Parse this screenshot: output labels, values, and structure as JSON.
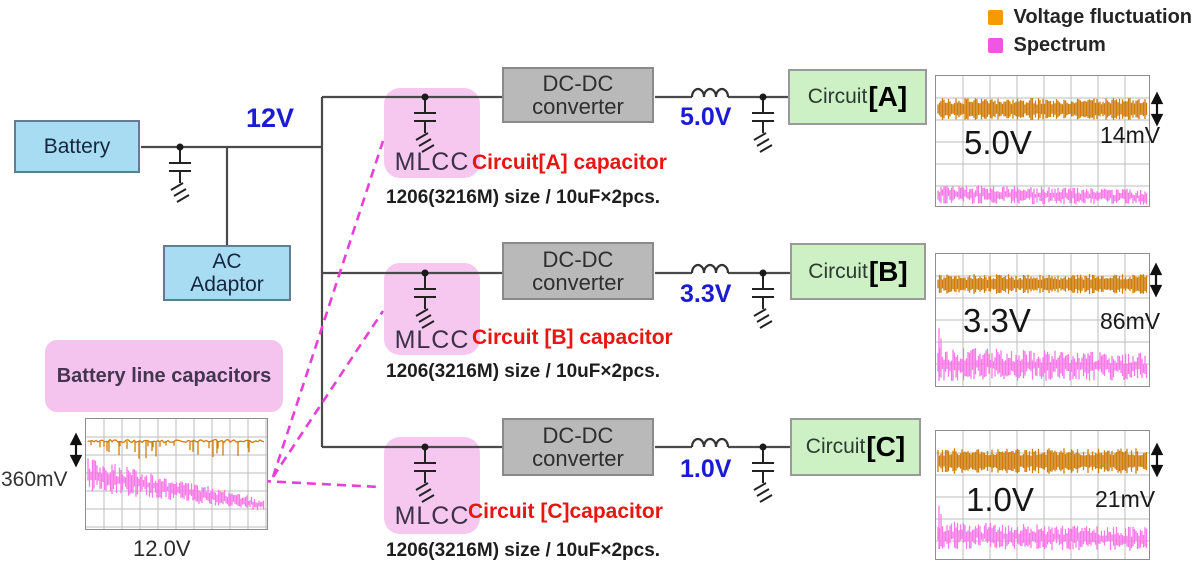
{
  "legend": {
    "items": [
      {
        "label": "Voltage fluctuation",
        "color": "#f59a00"
      },
      {
        "label": "Spectrum",
        "color": "#f156e2"
      }
    ]
  },
  "diagram": {
    "battery_label": "Battery",
    "ac_line1": "AC",
    "ac_line2": "Adaptor",
    "bus_voltage": "12V",
    "mlcc_label": "MLCC",
    "dcdc_line1": "DC-DC",
    "dcdc_line2": "converter",
    "branches": [
      {
        "letter": "A",
        "rail_voltage": "5.0V",
        "circuit_prefix": "Circuit",
        "circuit_tag": "[A]",
        "capacitor_label": "Circuit[A] capacitor",
        "capacitor_spec": "1206(3216M) size / 10uF×2pcs.",
        "scope": {
          "voltage": "5.0V",
          "ripple": "14mV"
        }
      },
      {
        "letter": "B",
        "rail_voltage": "3.3V",
        "circuit_prefix": "Circuit",
        "circuit_tag": "[B]",
        "capacitor_label": "Circuit [B] capacitor",
        "capacitor_spec": "1206(3216M) size / 10uF×2pcs.",
        "scope": {
          "voltage": "3.3V",
          "ripple": "86mV"
        }
      },
      {
        "letter": "C",
        "rail_voltage": "1.0V",
        "circuit_prefix": "Circuit",
        "circuit_tag": "[C]",
        "capacitor_label": "Circuit [C]capacitor",
        "capacitor_spec": "1206(3216M) size / 10uF×2pcs.",
        "scope": {
          "voltage": "1.0V",
          "ripple": "21mV"
        }
      }
    ],
    "battery_line": {
      "label": "Battery line capacitors",
      "scope": {
        "voltage": "12.0V",
        "ripple": "360mV"
      }
    }
  },
  "colors": {
    "rail_blue": "#1b1bd4",
    "warn_red": "#e81511",
    "fluct_orange": "#f59a00",
    "trace_orange": "#cf7c08",
    "spectrum_pink": "#f156e2",
    "trace_pink": "#f87ae8",
    "dash_magenta": "#e83fd6",
    "battery_blue": "#a8dcf2",
    "mlcc_pink": "#f6c8f0",
    "converter_gray": "#b9b9b9",
    "circuit_green": "#cdf0c5"
  }
}
